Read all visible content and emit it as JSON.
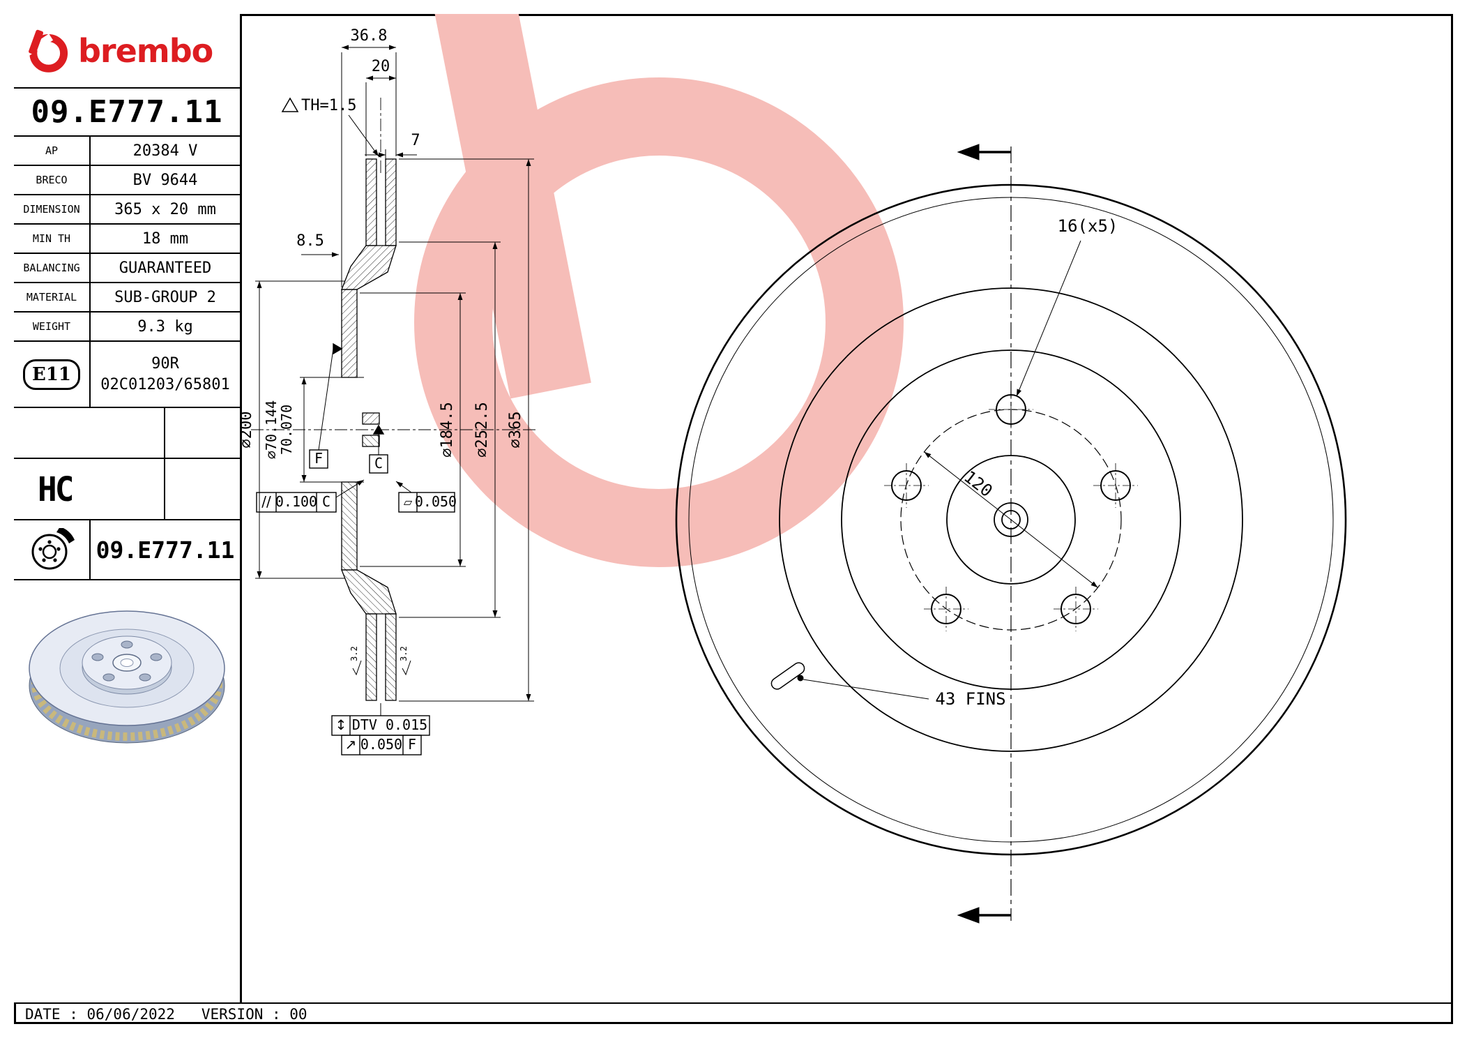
{
  "panel": {
    "brand": "brembo",
    "part_number": "09.E777.11",
    "specs": [
      {
        "label": "AP",
        "value": "20384 V"
      },
      {
        "label": "BRECO",
        "value": "BV 9644"
      },
      {
        "label": "DIMENSION",
        "value": "365 x 20 mm"
      },
      {
        "label": "MIN TH",
        "value": "18 mm"
      },
      {
        "label": "BALANCING",
        "value": "GUARANTEED"
      },
      {
        "label": "MATERIAL",
        "value": "SUB-GROUP 2"
      },
      {
        "label": "WEIGHT",
        "value": "9.3 kg"
      }
    ],
    "homologation": {
      "badge": "E11",
      "line1": "90R",
      "line2": "02C01203/65801"
    },
    "hc_label": "HC",
    "part_number_repeat": "09.E777.11"
  },
  "footer": {
    "text": "DATE : 06/06/2022   VERSION : 00"
  },
  "drawing": {
    "section": {
      "w_total": "36.8",
      "w_plates": "20",
      "min_wear": "TH=1.5",
      "plate_t": "7",
      "hat_t": "8.5",
      "d200": "∅200",
      "d70_hi": "∅70.144",
      "d70_lo": "70.070",
      "d1845": "∅184.5",
      "d2525": "∅252.5",
      "d365": "∅365",
      "datum_f": "F",
      "datum_c": "C",
      "par_sym": "//",
      "par_val": "0.100",
      "par_ref": "C",
      "flat_sym": "▱",
      "flat_val": "0.050",
      "dtv_sym": "↕",
      "dtv_val": "DTV 0.015",
      "runout_sym": "↗",
      "runout_val": "0.050",
      "runout_ref": "F",
      "rough": "3.2"
    },
    "front": {
      "holes": "16(x5)",
      "pcd": "120",
      "fins": "43 FINS"
    }
  }
}
